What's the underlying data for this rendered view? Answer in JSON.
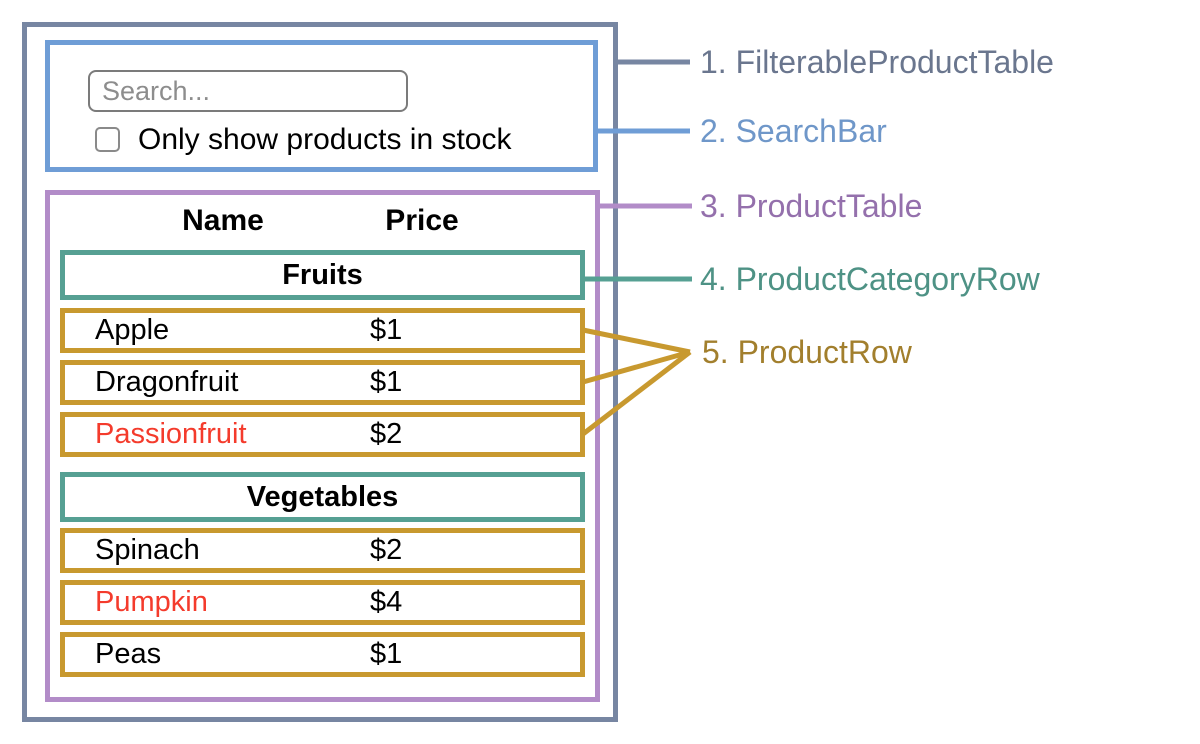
{
  "colors": {
    "filterable_product_table": {
      "border": "#7786a2",
      "label": "#6a768e"
    },
    "search_bar": {
      "border": "#6f9dd6",
      "label": "#6f97c9"
    },
    "product_table": {
      "border": "#b28cc8",
      "label": "#9470ac"
    },
    "product_category_row": {
      "border": "#56a093",
      "label": "#4e9285"
    },
    "product_row": {
      "border": "#c8992f",
      "label": "#a27f2d"
    },
    "out_of_stock_text": "#f43b2c",
    "text": "#000000"
  },
  "search_bar": {
    "input_placeholder": "Search...",
    "checkbox_label": "Only show products in stock",
    "checkbox_checked": false
  },
  "table": {
    "headers": {
      "name": "Name",
      "price": "Price"
    },
    "sections": [
      {
        "category": "Fruits",
        "rows": [
          {
            "name": "Apple",
            "price": "$1",
            "out_of_stock": false
          },
          {
            "name": "Dragonfruit",
            "price": "$1",
            "out_of_stock": false
          },
          {
            "name": "Passionfruit",
            "price": "$2",
            "out_of_stock": true
          }
        ]
      },
      {
        "category": "Vegetables",
        "rows": [
          {
            "name": "Spinach",
            "price": "$2",
            "out_of_stock": false
          },
          {
            "name": "Pumpkin",
            "price": "$4",
            "out_of_stock": true
          },
          {
            "name": "Peas",
            "price": "$1",
            "out_of_stock": false
          }
        ]
      }
    ]
  },
  "legend": [
    {
      "label": "1. FilterableProductTable"
    },
    {
      "label": "2. SearchBar"
    },
    {
      "label": "3. ProductTable"
    },
    {
      "label": "4. ProductCategoryRow"
    },
    {
      "label": "5. ProductRow"
    }
  ]
}
